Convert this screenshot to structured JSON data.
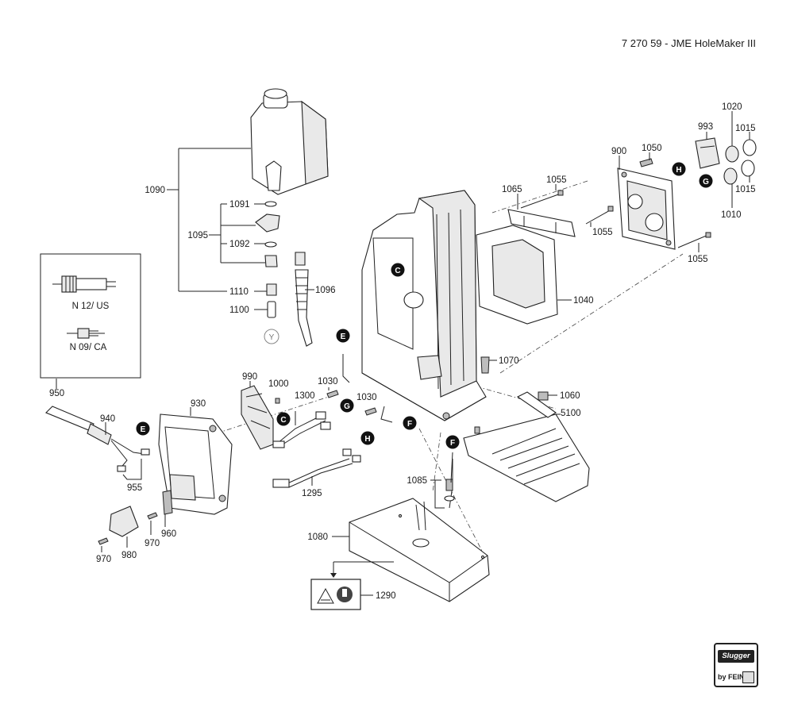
{
  "header": {
    "title": "7 270 59 - JME HoleMaker III"
  },
  "inset": {
    "plug_us": "N 12/ US",
    "plug_ca": "N 09/ CA"
  },
  "callouts": [
    "C",
    "E",
    "F",
    "G",
    "H"
  ],
  "reference": "Y",
  "labels": {
    "p1090": "1090",
    "p1091": "1091",
    "p1095": "1095",
    "p1092": "1092",
    "p1110": "1110",
    "p1100": "1100",
    "p1096": "1096",
    "p950": "950",
    "p940": "940",
    "p955": "955",
    "p930": "930",
    "p990": "990",
    "p1000": "1000",
    "p1030a": "1030",
    "p1030b": "1030",
    "p1300": "1300",
    "p1295": "1295",
    "p960": "960",
    "p970a": "970",
    "p970b": "970",
    "p980": "980",
    "p1080": "1080",
    "p1290": "1290",
    "p1085": "1085",
    "p5100": "5100",
    "p1060": "1060",
    "p1070": "1070",
    "p1040": "1040",
    "p1065": "1065",
    "p1055a": "1055",
    "p1055b": "1055",
    "p1055c": "1055",
    "p900": "900",
    "p1050": "1050",
    "p993": "993",
    "p1020": "1020",
    "p1015a": "1015",
    "p1015b": "1015",
    "p1010": "1010"
  },
  "logo": {
    "brand": "Slugger",
    "by": "by FEIN"
  },
  "icons": [
    "plug-us-icon",
    "plug-ca-icon",
    "hot-surface-warning-icon",
    "magnet-warning-icon"
  ]
}
